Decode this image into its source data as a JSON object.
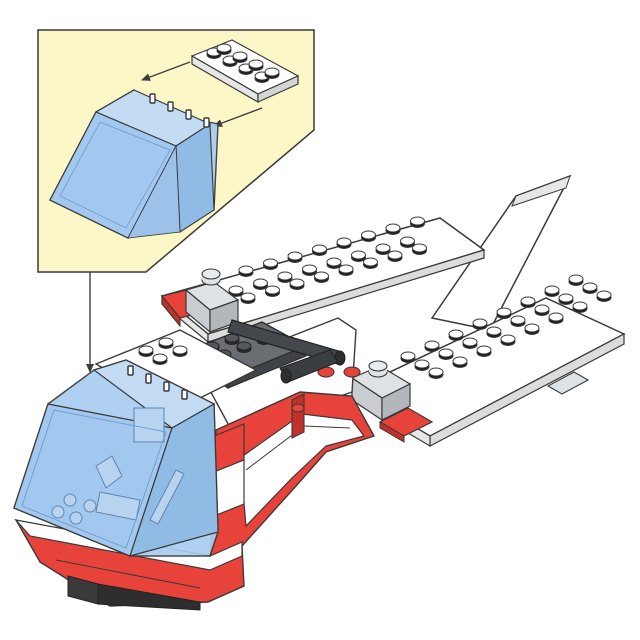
{
  "colors": {
    "background": "#ffffff",
    "callout_fill": "#fbf7c6",
    "outline": "#3a3a3a",
    "white_brick": "#ffffff",
    "white_shade": "#e6e6e6",
    "red_brick": "#e8433a",
    "red_shade": "#c23029",
    "light_gray": "#c9ccd0",
    "dark_gray": "#55595e",
    "black_part": "#2e2e2e",
    "canopy": "#a9cdf0",
    "canopy_dark": "#7fb0df",
    "arrow": "#3d3d3d"
  },
  "parts": {
    "callout_canopy": "transparent-blue-windscreen",
    "callout_plate": "white-hinge-plate",
    "model": "jet-plane-assembly"
  }
}
